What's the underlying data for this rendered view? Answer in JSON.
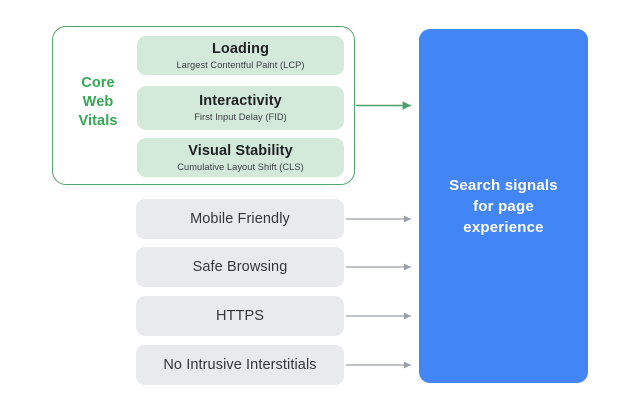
{
  "diagram": {
    "title": "Search signals for page experience",
    "background_color": "#ffffff",
    "core_web_vitals": {
      "label": "Core\nWeb\nVitals",
      "label_line1": "Core",
      "label_line2": "Web",
      "label_line3": "Vitals",
      "accent_color": "#34a853",
      "border_color": "#52a46e",
      "pill_color": "#d3e9da",
      "metrics": [
        {
          "title": "Loading",
          "subtitle": "Largest Contentful Paint (LCP)"
        },
        {
          "title": "Interactivity",
          "subtitle": "First Input Delay (FID)"
        },
        {
          "title": "Visual Stability",
          "subtitle": "Cumulative Layout Shift (CLS)"
        }
      ]
    },
    "other_signals": {
      "pill_color": "#e9eaee",
      "text_color": "#33363b",
      "items": [
        {
          "title": "Mobile Friendly"
        },
        {
          "title": "Safe Browsing"
        },
        {
          "title": "HTTPS"
        },
        {
          "title": "No Intrusive Interstitials"
        }
      ]
    },
    "outcome": {
      "line1": "Search signals",
      "line2": "for page",
      "line3": "experience",
      "color": "#4285f4",
      "text_color": "#ffffff"
    },
    "connectors": {
      "core_web_vitals_arrow_color": "#52a46e",
      "signal_arrow_color": "#9aa0a6",
      "count": 5
    }
  }
}
